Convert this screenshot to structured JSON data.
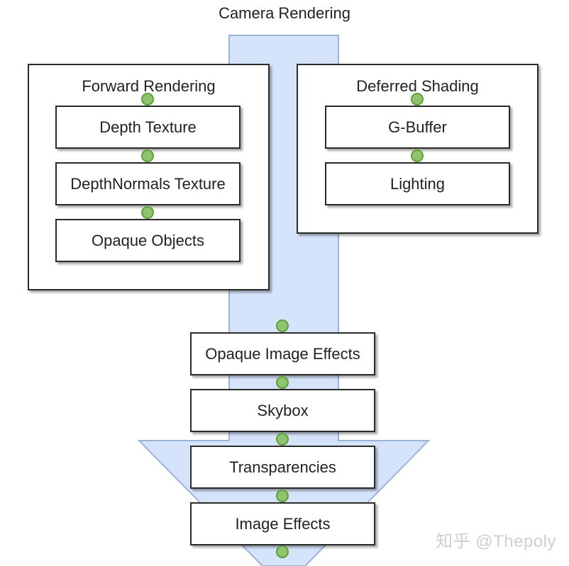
{
  "diagram": {
    "title": "Camera Rendering",
    "colors": {
      "flow_fill": "#d6e4fb",
      "flow_stroke": "#9db3d6",
      "connector_dot": "#8fc46f",
      "connector_dot_border": "#5e9e3a",
      "box_border": "#2a2a2a"
    },
    "forward_group": {
      "label": "Forward Rendering",
      "steps": [
        "Depth Texture",
        "DepthNormals Texture",
        "Opaque Objects"
      ]
    },
    "deferred_group": {
      "label": "Deferred Shading",
      "steps": [
        "G-Buffer",
        "Lighting"
      ]
    },
    "pipeline_steps": [
      "Opaque Image Effects",
      "Skybox",
      "Transparencies",
      "Image Effects"
    ],
    "watermark": "知乎 @Thepoly"
  }
}
